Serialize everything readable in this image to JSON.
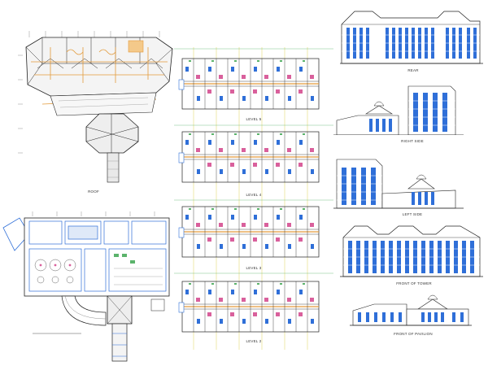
{
  "sheet": {
    "accent_colors": {
      "line": "#222222",
      "blue": "#2f6fd8",
      "orange": "#e39a3a",
      "pink": "#d9609c",
      "yellow": "#d7c92e",
      "green": "#5bb36b"
    }
  },
  "labels": {
    "roof": "ROOF",
    "level5": "LEVEL 5",
    "level4": "LEVEL 4",
    "level3": "LEVEL 3",
    "level2": "LEVEL 2",
    "rear": "REAR",
    "right_side": "RIGHT SIDE",
    "left_side": "LEFT SIDE",
    "front_tower": "FRONT OF TOWER",
    "front_pavilion": "FRONT OF PAVILION"
  }
}
